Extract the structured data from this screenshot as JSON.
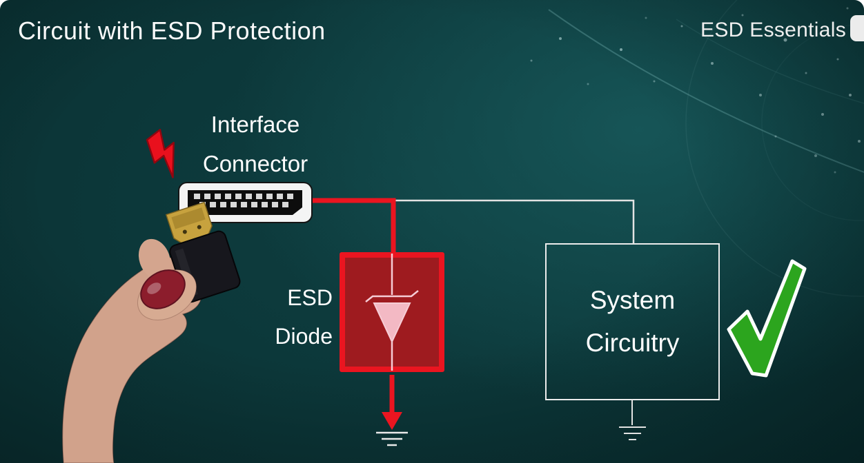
{
  "slide": {
    "title": "Circuit with ESD Protection",
    "brand": "ESD Essentials"
  },
  "connector": {
    "line1": "Interface",
    "line2": "Connector"
  },
  "diode": {
    "line1": "ESD",
    "line2": "Diode"
  },
  "system": {
    "line1": "System",
    "line2": "Circuitry"
  },
  "icons": {
    "lightning": "esd-strike-lightning-bolt",
    "checkmark": "protection-ok-green-check",
    "ground_diode": "ground-symbol",
    "ground_system": "ground-symbol",
    "connector_port": "hdmi-receptacle",
    "hand": "hand-holding-hdmi-plug",
    "brand_logo": "partial-logo-right-edge"
  },
  "colors": {
    "background": "#0b3537",
    "esd_red": "#ea1520",
    "diode_fill": "#9e1b1f",
    "diode_symbol_pink": "#f3b9c4",
    "wire_white": "#e3e3e3",
    "check_green": "#2ca51e",
    "nail_red": "#8c1d2c",
    "gold": "#c7a23e",
    "text": "#ffffff"
  }
}
